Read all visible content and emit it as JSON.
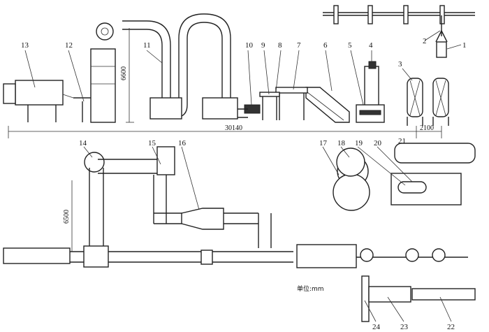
{
  "labels": [
    "1",
    "2",
    "3",
    "4",
    "5",
    "6",
    "7",
    "8",
    "9",
    "10",
    "11",
    "12",
    "13",
    "14",
    "15",
    "16",
    "17",
    "18",
    "19",
    "20",
    "21",
    "22",
    "23",
    "24"
  ],
  "dimensions": {
    "height_elevation": "6600",
    "total_length": "30140",
    "end_length": "2100",
    "height_plan": "6500"
  },
  "unit_note": "单位:mm"
}
